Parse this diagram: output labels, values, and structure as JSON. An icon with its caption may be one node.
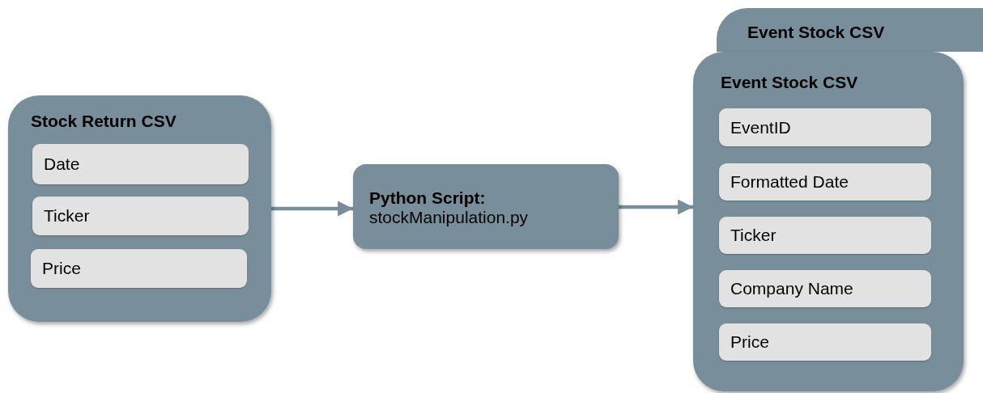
{
  "diagram": {
    "nodes": [
      {
        "text": [
          "Stock Return CSV"
        ]
      },
      {
        "text": [
          "Date"
        ],
        "in": 0
      },
      {
        "text": [
          "Ticker"
        ],
        "in": 0
      },
      {
        "text": [
          "Price"
        ],
        "in": 0
      },
      {
        "text": [
          "Python Script:",
          "stockManipulation.py"
        ]
      },
      {
        "text": [
          "Event Stock CSV"
        ]
      },
      {
        "text": [
          "Event Stock CSV"
        ]
      },
      {
        "text": [
          "EventID"
        ],
        "in": 6
      },
      {
        "text": [
          "Formatted Date"
        ],
        "in": 6
      },
      {
        "text": [
          "Ticker"
        ],
        "in": 6
      },
      {
        "text": [
          "Company Name"
        ],
        "in": 6
      },
      {
        "text": [
          "Price"
        ],
        "in": 6
      }
    ],
    "edges": [
      {
        "from": 0,
        "to": 4,
        "arrow": "to"
      },
      {
        "from": 4,
        "to": 6,
        "arrow": "to"
      }
    ]
  }
}
